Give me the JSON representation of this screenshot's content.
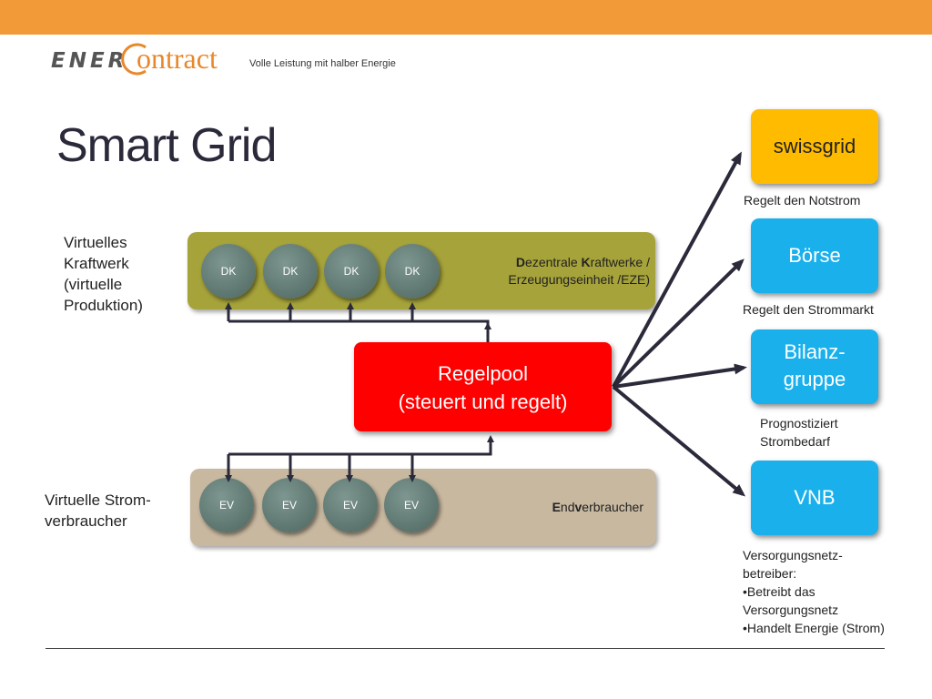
{
  "header": {
    "logo_ener": "ENER",
    "logo_contract": "ontract",
    "tagline": "Volle Leistung mit halber Energie"
  },
  "slide": {
    "title": "Smart Grid"
  },
  "left_labels": {
    "virtual_plant": [
      "Virtuelles",
      "Kraftwerk",
      "(virtuelle",
      "Produktion)"
    ],
    "virtual_consumers": [
      "Virtuelle Strom-",
      "verbraucher"
    ]
  },
  "producers": {
    "nodes": [
      "DK",
      "DK",
      "DK",
      "DK"
    ],
    "label_line1_bold": "D",
    "label_line1_a": "ezentrale ",
    "label_line1_bold2": "K",
    "label_line1_b": "raftwerke /",
    "label_line2": "Erzeugungseinheit /EZE)",
    "color": "#a6a33a"
  },
  "consumers": {
    "nodes": [
      "EV",
      "EV",
      "EV",
      "EV"
    ],
    "label_bold1": "E",
    "label_a": "nd",
    "label_bold2": "v",
    "label_b": "erbraucher",
    "color": "#c8b8a0"
  },
  "regelpool": {
    "line1": "Regelpool",
    "line2": "(steuert und regelt)",
    "color": "#ff0000"
  },
  "targets": [
    {
      "name": "swissgrid",
      "lines": [
        "swissgrid"
      ],
      "caption": [
        "Regelt den Notstrom"
      ],
      "color": "#ffbb00",
      "text_color": "#222222"
    },
    {
      "name": "boerse",
      "lines": [
        "Börse"
      ],
      "caption": [
        "Regelt den Strommarkt"
      ],
      "color": "#19b0ec",
      "text_color": "#ffffff"
    },
    {
      "name": "bilanzgruppe",
      "lines": [
        "Bilanz-",
        "gruppe"
      ],
      "caption": [
        "Prognostiziert",
        "Strombedarf"
      ],
      "color": "#19b0ec",
      "text_color": "#ffffff"
    },
    {
      "name": "vnb",
      "lines": [
        "VNB"
      ],
      "caption": [
        "Versorgungsnetz-",
        "betreiber:",
        "•Betreibt das",
        "Versorgungsnetz",
        "•Handelt Energie (Strom)"
      ],
      "color": "#19b0ec",
      "text_color": "#ffffff"
    }
  ]
}
